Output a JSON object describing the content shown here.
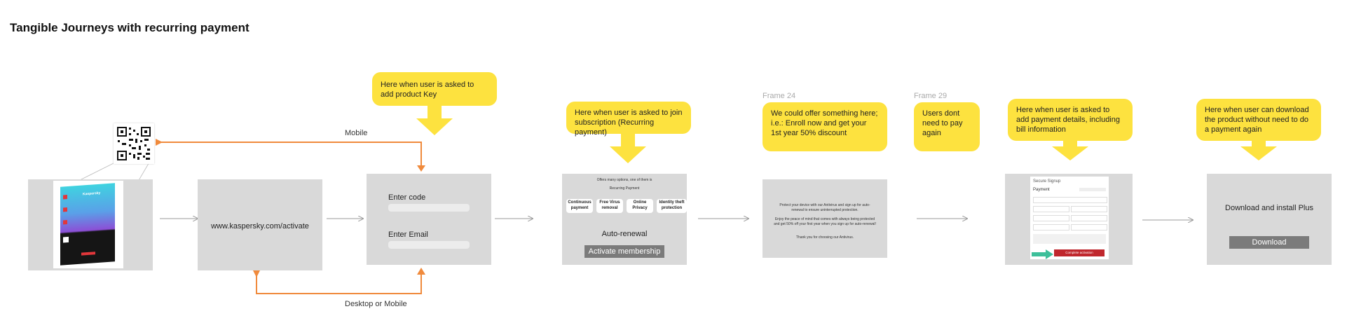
{
  "title": "Tangible Journeys with recurring payment",
  "colors": {
    "note": "#fde23f",
    "frame": "#d9d9d9",
    "connector_orange": "#f08a3c",
    "arrow_grey": "#999999"
  },
  "connectors": {
    "mobile": "Mobile",
    "desktop_or_mobile": "Desktop or Mobile"
  },
  "frame1": {
    "product_name": "Kaspersky",
    "qr_icon": "qr-code"
  },
  "frame2": {
    "url": "www.kaspersky.com/activate"
  },
  "frame3": {
    "code_label": "Enter code",
    "email_label": "Enter Email",
    "note": "Here when user is asked to add product Key"
  },
  "frame4": {
    "note": "Here when user is asked to join subscription (Recurring payment)",
    "caption1": "Offers many options, one of them is",
    "caption2": "Recurring Payment",
    "options": [
      "Continuous payment",
      "Free Virus removal",
      "Online Privacy",
      "Identity theft protection"
    ],
    "heading": "Auto-renewal",
    "button": "Activate membership"
  },
  "frame5": {
    "frame_label": "Frame 24",
    "note": "We could offer something here; i.e.: Enroll now and get your 1st year 50% discount",
    "text1": "Protect your device with our Antivirus and sign up for auto-renewal to ensure uninterrupted protection.",
    "text2": "Enjoy the peace of mind that comes with always being protected and get 50% off your first year when you sign up for auto-renewal!",
    "text3": "Thank you for choosing our Antivirus."
  },
  "frame6": {
    "frame_label": "Frame 29",
    "note": "Users dont need to pay again"
  },
  "frame7": {
    "note": "Here when user is asked to add payment details, including bill information",
    "signup_title": "Secure Signup",
    "payment_label": "Payment",
    "button": "Complete activation"
  },
  "frame8": {
    "note": "Here when user can download the product without need to do a payment again",
    "heading": "Download and install Plus",
    "button": "Download"
  }
}
